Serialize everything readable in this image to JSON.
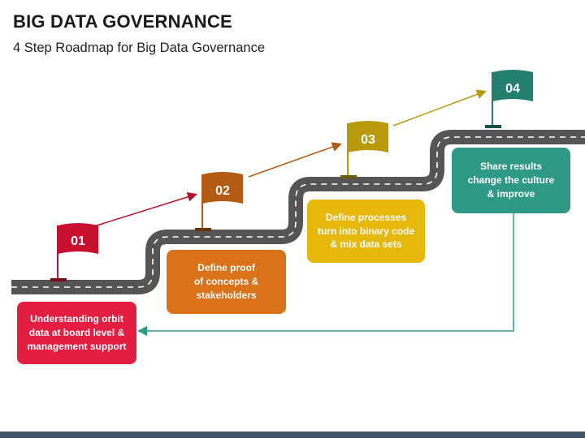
{
  "title": "BIG DATA GOVERNANCE",
  "subtitle": "4 Step Roadmap for Big Data Governance",
  "colors": {
    "step1": "#e41e43",
    "step2": "#d97218",
    "step3": "#e6b80c",
    "step4": "#2e9a86",
    "flag1": "#c8102e",
    "flag2": "#b35a14",
    "flag3": "#b99a0c",
    "flag4": "#23806e",
    "road": "#555555",
    "footer": "#44546a"
  },
  "steps": [
    {
      "number": "01",
      "text": "Understanding orbit\ndata at board level &\nmanagement support"
    },
    {
      "number": "02",
      "text": "Define proof\nof concepts &\nstakeholders"
    },
    {
      "number": "03",
      "text": "Define processes\nturn into binary code\n& mix data sets"
    },
    {
      "number": "04",
      "text": "Share results\nchange the culture\n& improve"
    }
  ]
}
